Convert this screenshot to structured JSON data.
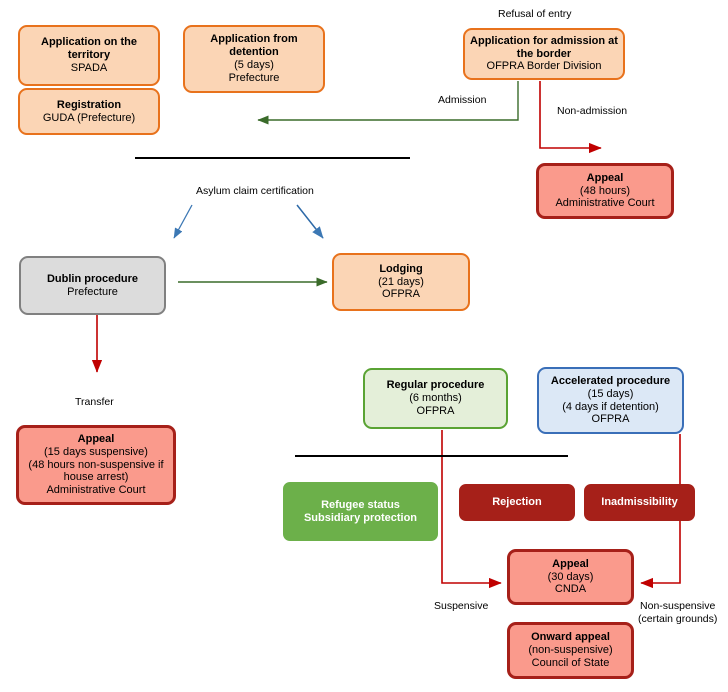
{
  "diagram": {
    "title": "French asylum procedure flowchart",
    "colors": {
      "orange_fill": "#fbd5b5",
      "orange_border": "#e8833a",
      "gray_fill": "#dcdcdc",
      "gray_border": "#808080",
      "red_fill": "#fa9a8c",
      "red_border": "#a62019",
      "green_light_fill": "#e4efd9",
      "green_light_border": "#5aa334",
      "blue_light_fill": "#dce8f6",
      "blue_light_border": "#3a6fb8",
      "green_solid": "#6cb04a",
      "dark_red": "#a62019",
      "green_arrow": "#3a6b2a",
      "red_arrow": "#c00000",
      "blue_arrow": "#3c78b4"
    }
  },
  "nodes": {
    "application_territory": {
      "title": "Application on the territory",
      "line2": "SPADA"
    },
    "registration": {
      "title": "Registration",
      "line2": "GUDA (Prefecture)"
    },
    "application_detention": {
      "title": "Application from detention",
      "line2": "(5 days)",
      "line3": "Prefecture"
    },
    "application_border": {
      "title": "Application for admission at the border",
      "line2": "OFPRA Border Division"
    },
    "appeal_border": {
      "title": "Appeal",
      "line2": "(48 hours)",
      "line3": "Administrative Court"
    },
    "dublin_procedure": {
      "title": "Dublin procedure",
      "line2": "Prefecture"
    },
    "lodging": {
      "title": "Lodging",
      "line2": "(21 days)",
      "line3": "OFPRA"
    },
    "appeal_dublin": {
      "title": "Appeal",
      "line2": "(15 days suspensive)",
      "line3": "(48 hours non-suspensive if house arrest)",
      "line4": "Administrative Court"
    },
    "regular_procedure": {
      "title": "Regular procedure",
      "line2": "(6 months)",
      "line3": "OFPRA"
    },
    "accelerated_procedure": {
      "title": "Accelerated procedure",
      "line2": "(15 days)",
      "line3": "(4 days if detention)",
      "line4": "OFPRA"
    },
    "refugee_status": {
      "title": "Refugee status",
      "line2": "Subsidiary protection"
    },
    "rejection": {
      "title": "Rejection"
    },
    "inadmissibility": {
      "title": "Inadmissibility"
    },
    "appeal_cnda": {
      "title": "Appeal",
      "line2": "(30 days)",
      "line3": "CNDA"
    },
    "onward_appeal": {
      "title": "Onward appeal",
      "line2": "(non-suspensive)",
      "line3": "Council of State"
    }
  },
  "edge_labels": {
    "refusal_of_entry": "Refusal of entry",
    "admission": "Admission",
    "non_admission": "Non-admission",
    "asylum_claim_certification": "Asylum claim certification",
    "transfer": "Transfer",
    "suspensive": "Suspensive",
    "non_suspensive_line1": "Non-suspensive",
    "non_suspensive_line2": "(certain grounds)"
  }
}
